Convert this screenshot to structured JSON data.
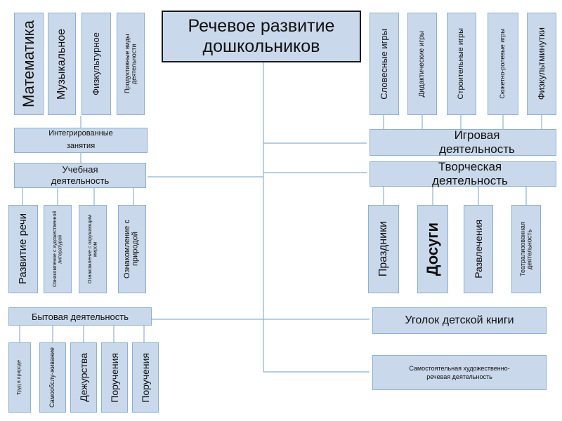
{
  "title": "Речевое развитие дошкольников",
  "left": {
    "top_items": [
      "Математика",
      "Музыкальное",
      "Физкультурное",
      "Продуктивные виды деятельности"
    ],
    "integrated": "Интегрированные занятия",
    "learning": "Учебная деятельность",
    "learning_items": [
      "Развитие речи",
      "Ознакомление с художественной литературой",
      "Ознакомление с окружающим миром",
      "Ознакомление с природой"
    ],
    "household": "Бытовая деятельность",
    "household_items": [
      "Труд в природе",
      "Самообслу-живание",
      "Дежурства",
      "Поручения",
      "Поручения"
    ]
  },
  "right": {
    "top_items": [
      "Словесные игры",
      "Дидактические игры",
      "Строительные игры",
      "Сюжетно-ролевые игры",
      "Физкультминутки"
    ],
    "play": "Игровая деятельность",
    "creative": "Творческая деятельность",
    "creative_items": [
      "Праздники",
      "Досуги",
      "Развлечения",
      "Театрализованная деятельность"
    ],
    "book_corner": "Уголок детской книги",
    "independent": "Самостоятельная художественно-речевая деятельность"
  },
  "colors": {
    "box_fill": "#c9d8ea",
    "box_border": "#8fb0d0",
    "title_border": "#1a1a1a"
  }
}
